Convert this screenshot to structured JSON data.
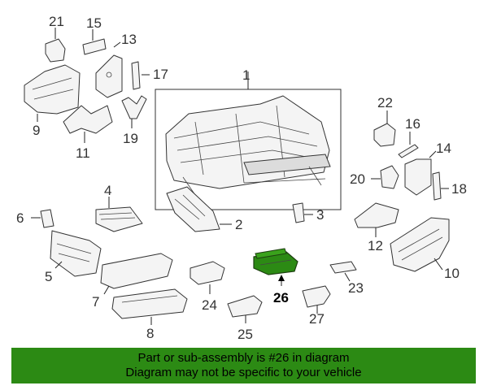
{
  "callouts": {
    "p1": "1",
    "p2": "2",
    "p3": "3",
    "p4": "4",
    "p5": "5",
    "p6": "6",
    "p7": "7",
    "p8": "8",
    "p9": "9",
    "p10": "10",
    "p11": "11",
    "p12": "12",
    "p13": "13",
    "p14": "14",
    "p15": "15",
    "p16": "16",
    "p17": "17",
    "p18": "18",
    "p19": "19",
    "p20": "20",
    "p21": "21",
    "p22": "22",
    "p23": "23",
    "p24": "24",
    "p25": "25",
    "p26": "26",
    "p27": "27"
  },
  "highlight": {
    "part": "26",
    "color": "#2c8a14"
  },
  "banner": {
    "line1": "Part or sub-assembly is #26 in diagram",
    "line2": "Diagram may not be specific to your vehicle",
    "color": "#2c8a14"
  }
}
